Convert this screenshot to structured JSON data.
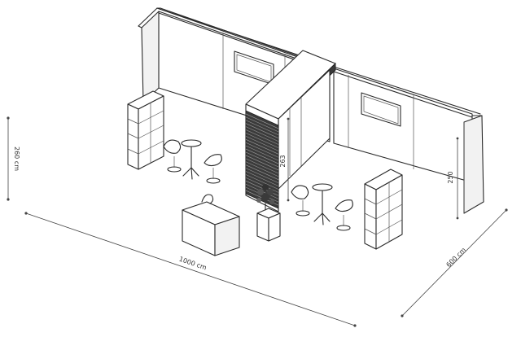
{
  "dimensions": {
    "width": "1000 cm",
    "depth": "600 cm",
    "wall_height": "260 cm",
    "column_height": "263",
    "back_wall_height": "250"
  }
}
